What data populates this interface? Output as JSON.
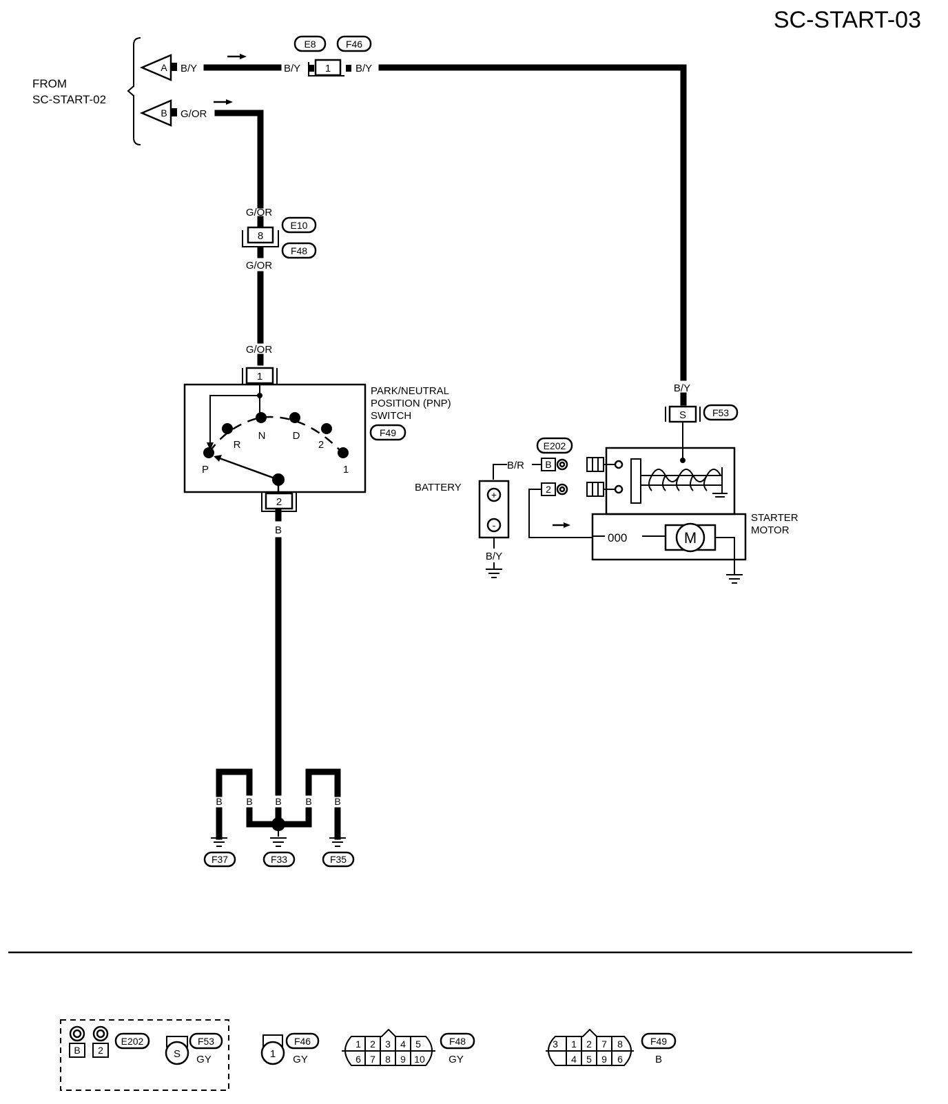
{
  "page_id": "SC-START-03",
  "from_label": "FROM",
  "from_ref": "SC-START-02",
  "inputs": [
    {
      "letter": "A",
      "wire": "B/Y"
    },
    {
      "letter": "B",
      "wire": "G/OR"
    }
  ],
  "connectors": {
    "e8": "E8",
    "f46": "F46",
    "e10": "E10",
    "f48": "F48",
    "f49": "F49",
    "f53": "F53",
    "e202": "E202",
    "f37": "F37",
    "f33": "F33",
    "f35": "F35"
  },
  "wires": {
    "by": "B/Y",
    "gor": "G/OR",
    "b": "B",
    "br": "B/R"
  },
  "pins": {
    "p1": "1",
    "p2": "2",
    "p8": "8",
    "s": "S",
    "b": "B"
  },
  "pnp_switch": {
    "name_line1": "PARK/NEUTRAL",
    "name_line2": "POSITION (PNP)",
    "name_line3": "SWITCH",
    "positions": [
      "P",
      "R",
      "N",
      "D",
      "2",
      "1"
    ]
  },
  "battery": {
    "label": "BATTERY",
    "plus": "+",
    "minus": "-"
  },
  "starter": {
    "label_line1": "STARTER",
    "label_line2": "MOTOR",
    "motor": "M",
    "coil": "000"
  },
  "connector_views": {
    "e202_pins": [
      "B",
      "2"
    ],
    "f53_pin": "S",
    "f53_color": "GY",
    "f46_pin": "1",
    "f46_color": "GY",
    "f48_row1": [
      "1",
      "2",
      "3",
      "4",
      "5"
    ],
    "f48_row2": [
      "6",
      "7",
      "8",
      "9",
      "10"
    ],
    "f48_color": "GY",
    "f49_row1": [
      "3",
      "1",
      "2",
      "7",
      "8"
    ],
    "f49_row2": [
      "4",
      "5",
      "9",
      "6"
    ],
    "f49_color": "B"
  }
}
